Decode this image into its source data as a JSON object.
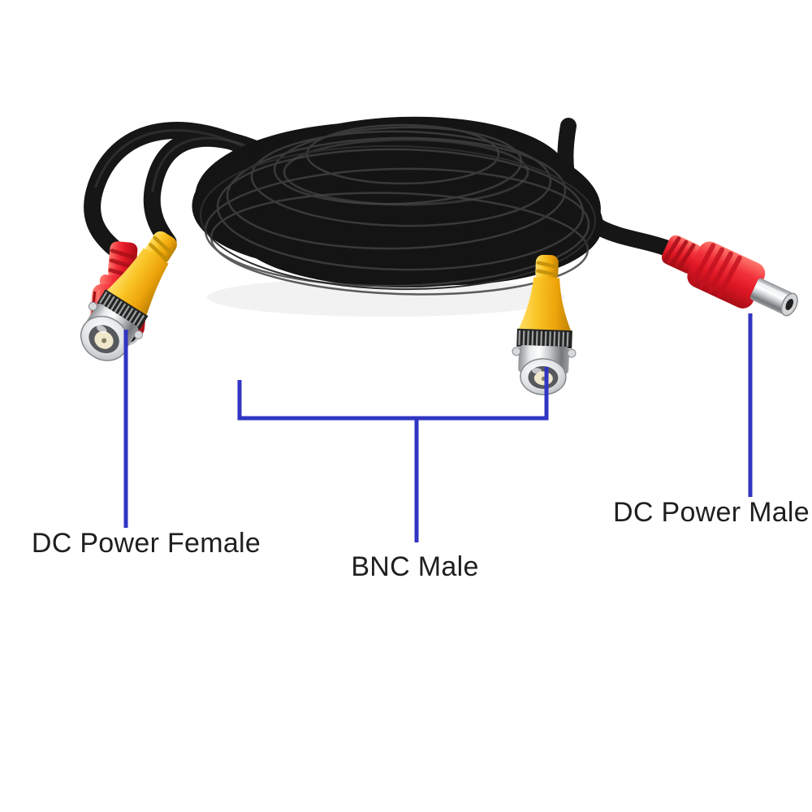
{
  "figure": {
    "type": "annotated-product-photo",
    "description": "Coiled black security-camera video power cable with BNC male and DC power connectors on white background",
    "background_color": "#ffffff"
  },
  "colors": {
    "annotation_line": "#3135c3",
    "label_text": "#1f1f1f",
    "connector_red": "#e01825",
    "connector_yellow": "#f9c324",
    "cable_black": "#141414",
    "metal_chrome": "#c7cacd"
  },
  "labels": {
    "dc_power_female": "DC Power Female",
    "bnc_male": "BNC Male",
    "dc_power_male": "DC Power Male"
  }
}
